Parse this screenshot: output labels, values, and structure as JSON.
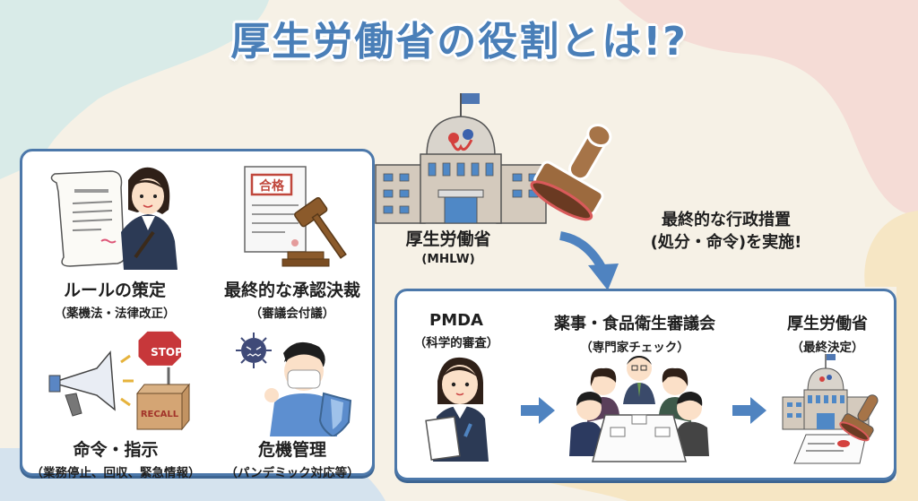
{
  "title": "厚生労働省の役割とは!?",
  "colors": {
    "accent": "#4a7fb8",
    "panel_border": "#4c78aa",
    "bg_cream": "#f6f1e6",
    "bg_mint": "#d9ebe8",
    "bg_pink": "#f5dcd6",
    "bg_yellow": "#f6e6c4",
    "bg_blue": "#d5e3ee"
  },
  "roles": [
    {
      "label": "ルールの策定",
      "sub": "（薬機法・法律改正）",
      "icon": "scroll-woman-icon"
    },
    {
      "label": "最終的な承認決裁",
      "sub": "（審議会付議）",
      "icon": "gavel-certificate-icon",
      "badge": "合格"
    },
    {
      "label": "命令・指示",
      "sub": "（業務停止、回収、緊急情報）",
      "icon": "megaphone-stop-recall-icon",
      "stop_sign": "STOP",
      "box_text": "RECALL"
    },
    {
      "label": "危機管理",
      "sub": "（パンデミック対応等）",
      "icon": "virus-mask-shield-icon"
    }
  ],
  "ministry": {
    "label": "厚生労働省",
    "sub": "(MHLW)"
  },
  "action": {
    "line1": "最終的な行政措置",
    "line2": "(処分・命令)を実施!"
  },
  "flow": [
    {
      "label": "PMDA",
      "sub": "（科学的審査）"
    },
    {
      "label": "薬事・食品衛生審議会",
      "sub": "（専門家チェック）"
    },
    {
      "label": "厚生労働省",
      "sub": "（最終決定）"
    }
  ]
}
